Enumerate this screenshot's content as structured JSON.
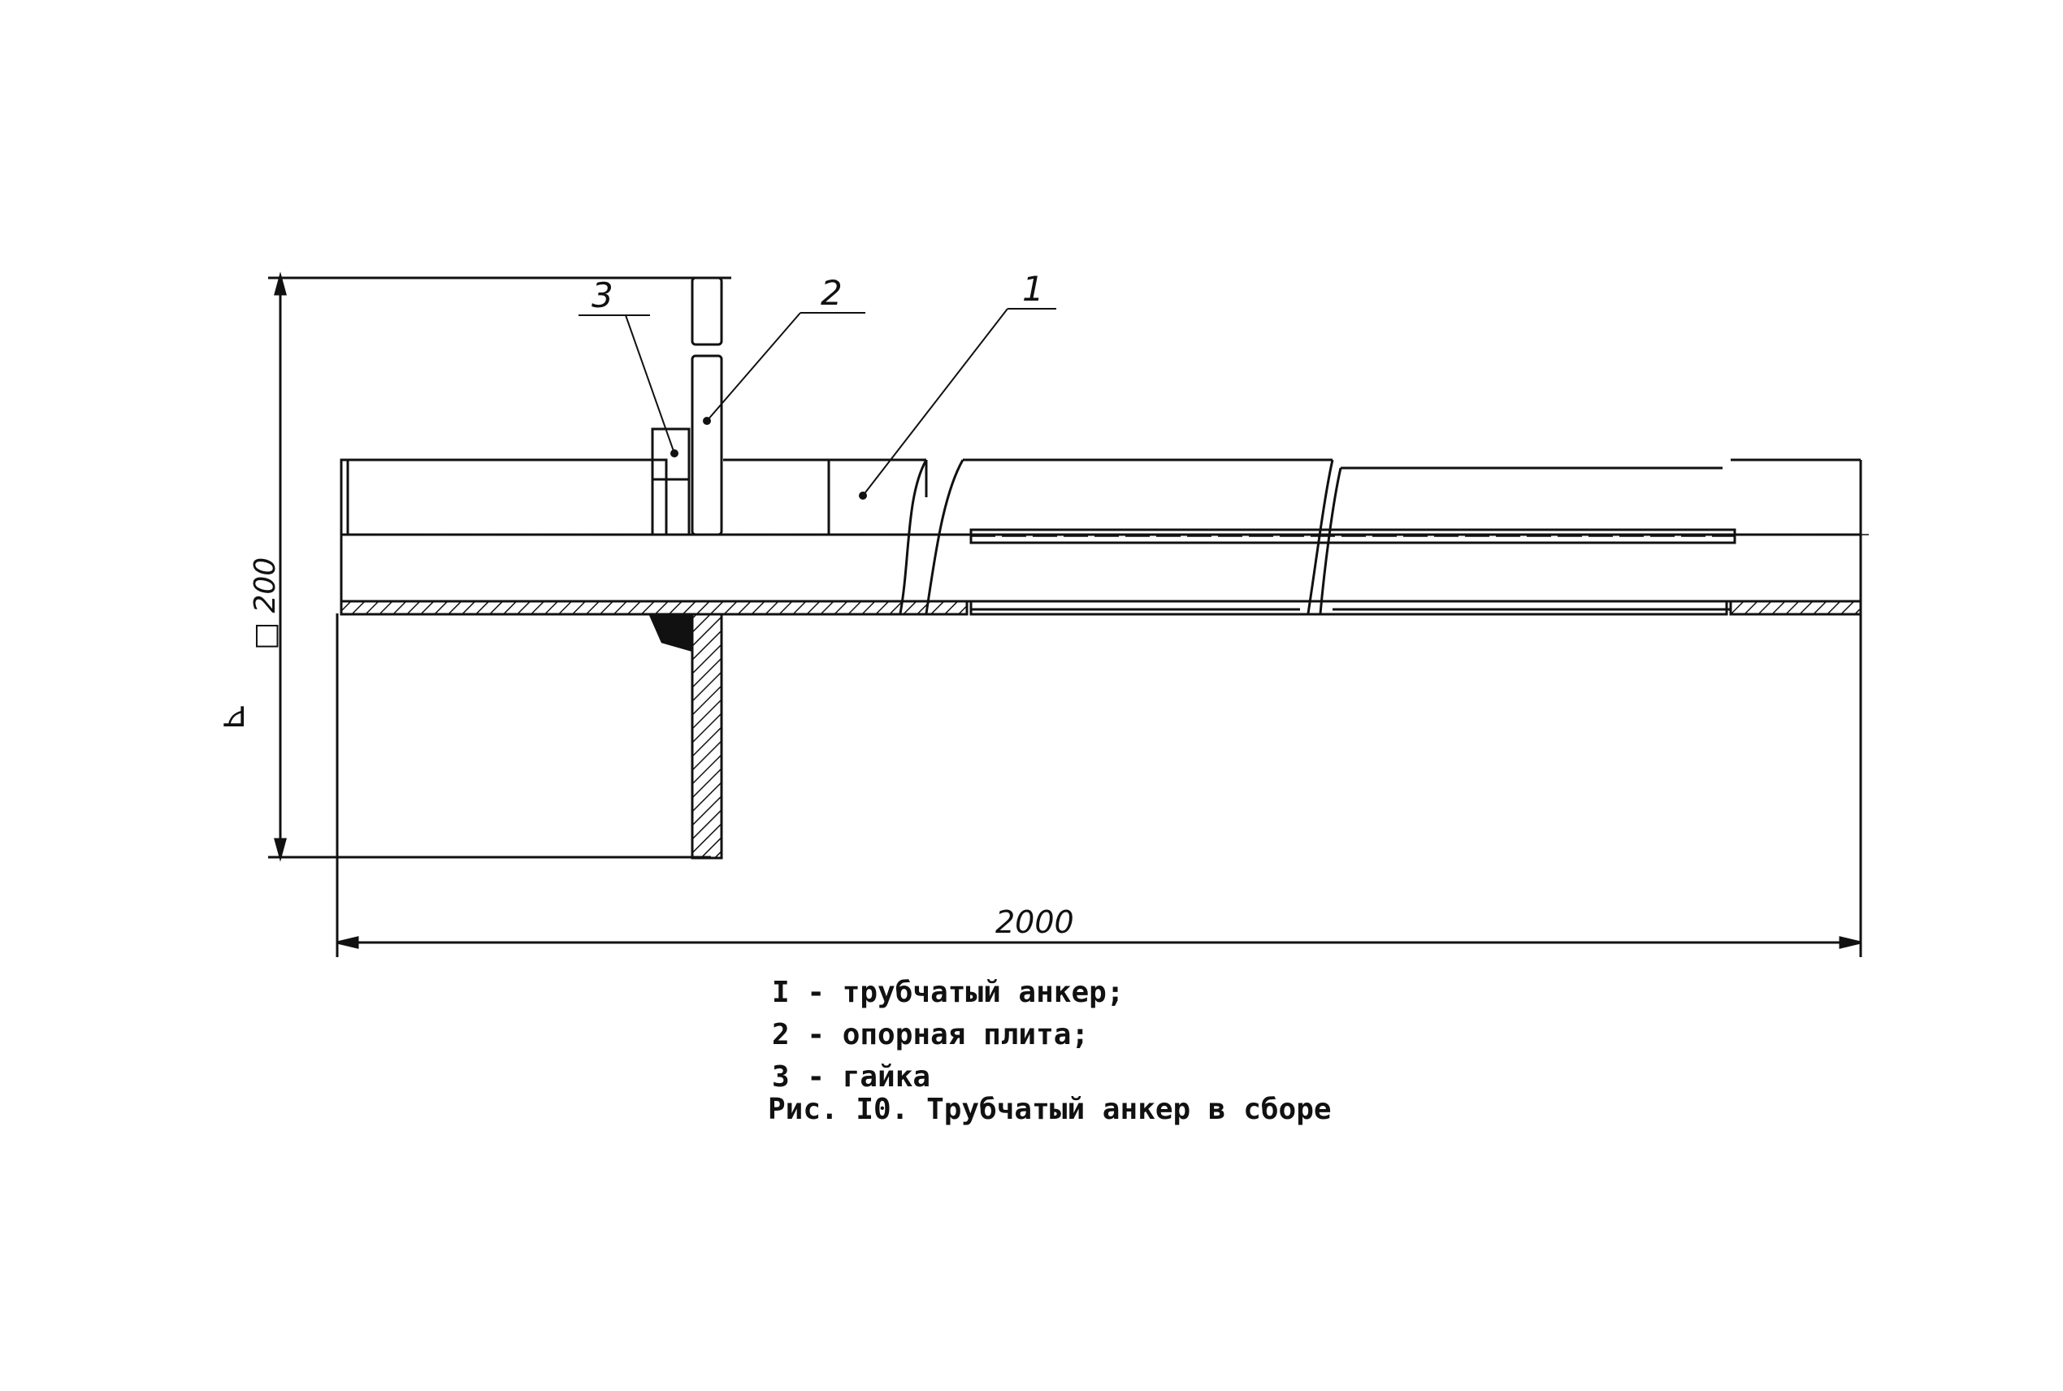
{
  "labels": {
    "callout_1": "1",
    "callout_2": "2",
    "callout_3": "3",
    "dim_length": "2000",
    "dim_plate": "□ 200",
    "weld_mark": "⊾"
  },
  "legend": [
    "I - трубчатый анкер;",
    "2 - опорная плита;",
    "3 - гайка"
  ],
  "figure_caption": "Рис. I0. Трубчатый анкер в сборе"
}
